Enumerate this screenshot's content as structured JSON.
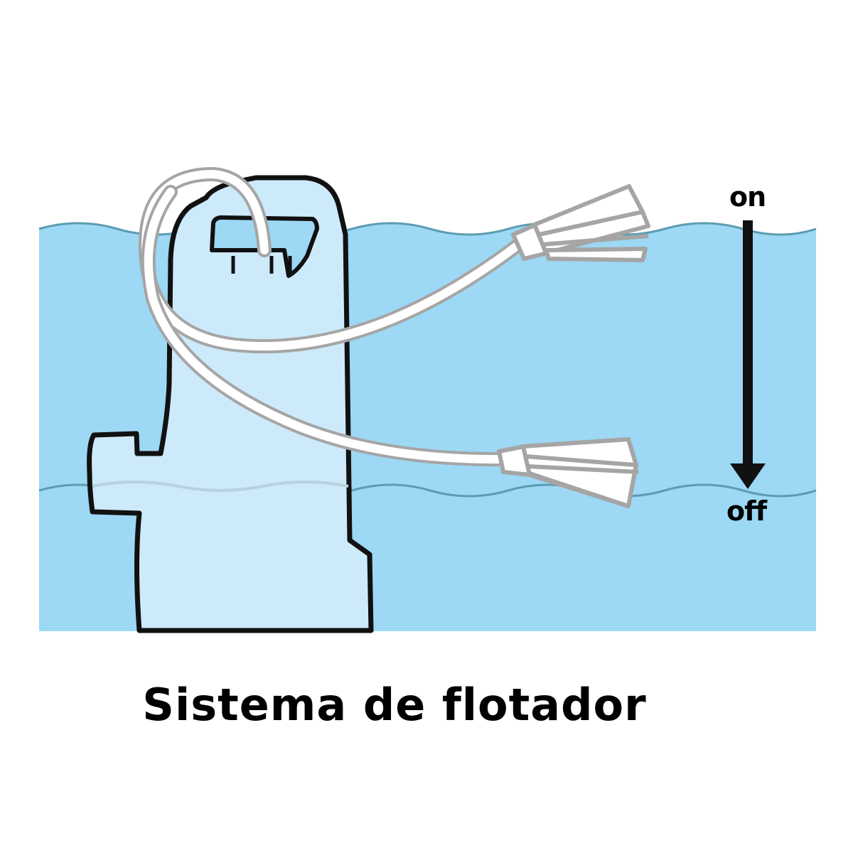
{
  "labels": {
    "on": "on",
    "off": "off"
  },
  "caption": "Sistema de flotador",
  "colors": {
    "water": "#9dd8f4",
    "water_wave": "#5c9cb2",
    "pump_body": "#cdeafa",
    "outline": "#111111",
    "cable": "#ffffff",
    "cable_outline": "#a5a5a5",
    "arrow": "#111111"
  },
  "icons": {
    "pump": "submersible-pump-icon",
    "float_upper": "float-switch-upper-icon",
    "float_lower": "float-switch-lower-icon",
    "arrow": "arrow-down-icon"
  }
}
